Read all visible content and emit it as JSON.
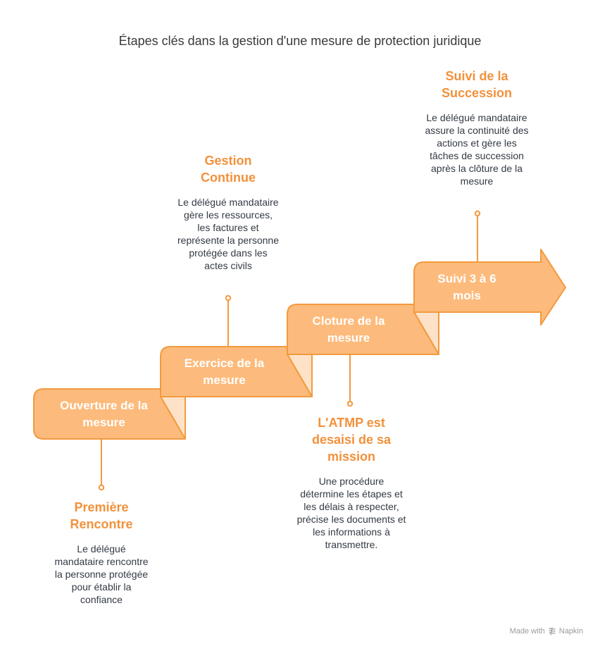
{
  "title": "Étapes clés dans la gestion d'une mesure de protection juridique",
  "colors": {
    "step_fill": "#fcbb7c",
    "step_stroke": "#f29a3f",
    "fold_fill": "#fde2c8",
    "accent_text": "#f2913b",
    "body_text": "#333a44"
  },
  "steps": [
    {
      "label": "Ouverture de la mesure"
    },
    {
      "label": "Exercice de la mesure"
    },
    {
      "label": "Cloture de la mesure"
    },
    {
      "label": "Suivi 3 à 6 mois"
    }
  ],
  "annotations": [
    {
      "title": "Première Rencontre",
      "description": "Le délégué mandataire rencontre la personne protégée pour établir la confiance",
      "position": "below",
      "step": 0
    },
    {
      "title": "Gestion Continue",
      "description": "Le délégué mandataire gère les ressources, les factures et représente la personne protégée dans les actes civils",
      "position": "above",
      "step": 1
    },
    {
      "title": "L'ATMP est desaisi de sa mission",
      "description": "Une procédure détermine les étapes et les délais à respecter, précise les documents et les informations à transmettre.",
      "position": "below",
      "step": 2
    },
    {
      "title": "Suivi de la Succession",
      "description": "Le délégué mandataire assure la continuité des actions et gère les tâches de succession après la clôture de la mesure",
      "position": "above",
      "step": 3
    }
  ],
  "footer": {
    "made_with": "Made with",
    "brand": "Napkin"
  }
}
